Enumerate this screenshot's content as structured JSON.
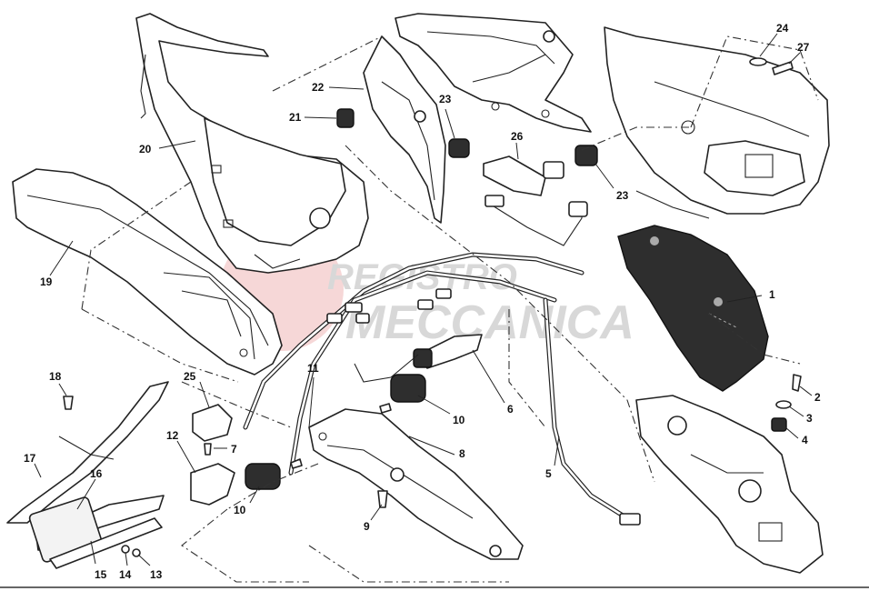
{
  "diagram": {
    "watermark_line1": "REGISTRO",
    "watermark_line2": "MECCANICA",
    "callouts": [
      {
        "id": "c1",
        "label": "1"
      },
      {
        "id": "c2",
        "label": "2"
      },
      {
        "id": "c3",
        "label": "3"
      },
      {
        "id": "c4",
        "label": "4"
      },
      {
        "id": "c5",
        "label": "5"
      },
      {
        "id": "c6",
        "label": "6"
      },
      {
        "id": "c7",
        "label": "7"
      },
      {
        "id": "c8",
        "label": "8"
      },
      {
        "id": "c9",
        "label": "9"
      },
      {
        "id": "c10a",
        "label": "10"
      },
      {
        "id": "c10b",
        "label": "10"
      },
      {
        "id": "c11",
        "label": "11"
      },
      {
        "id": "c12",
        "label": "12"
      },
      {
        "id": "c13",
        "label": "13"
      },
      {
        "id": "c14",
        "label": "14"
      },
      {
        "id": "c15",
        "label": "15"
      },
      {
        "id": "c16",
        "label": "16"
      },
      {
        "id": "c17",
        "label": "17"
      },
      {
        "id": "c18",
        "label": "18"
      },
      {
        "id": "c19",
        "label": "19"
      },
      {
        "id": "c20",
        "label": "20"
      },
      {
        "id": "c21",
        "label": "21"
      },
      {
        "id": "c22",
        "label": "22"
      },
      {
        "id": "c23a",
        "label": "23"
      },
      {
        "id": "c23b",
        "label": "23"
      },
      {
        "id": "c24",
        "label": "24"
      },
      {
        "id": "c25",
        "label": "25"
      },
      {
        "id": "c26",
        "label": "26"
      },
      {
        "id": "c27",
        "label": "27"
      }
    ]
  }
}
